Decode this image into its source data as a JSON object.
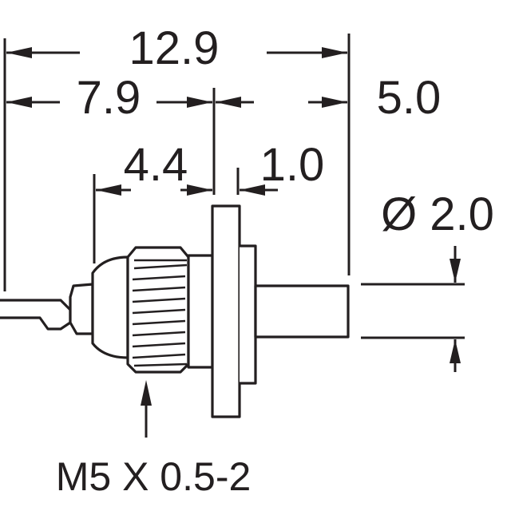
{
  "drawing": {
    "dimensions": {
      "overall_length": "12.9",
      "body_length": "7.9",
      "thread_length": "4.4",
      "flange_thickness": "1.0",
      "pin_length": "5.0",
      "pin_diameter": "Ø 2.0"
    },
    "callouts": {
      "thread_spec": "M5 X 0.5-2"
    },
    "line_color": "#231f20"
  }
}
